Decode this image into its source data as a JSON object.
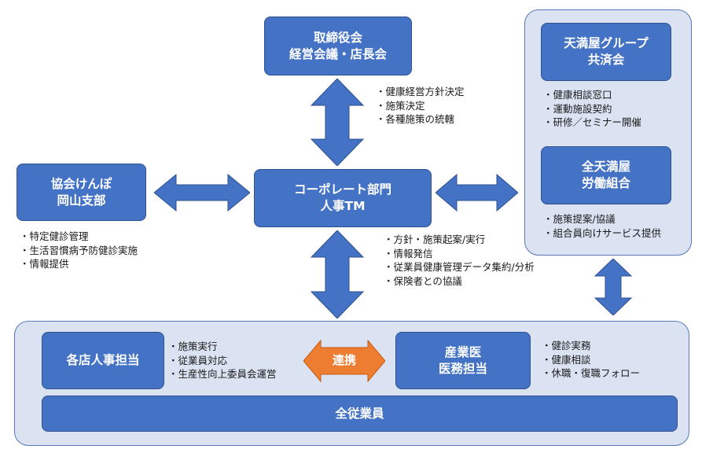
{
  "board": {
    "line1": "取締役会",
    "line2": "経営会議・店長会"
  },
  "board_notes": [
    "・健康経営方針決定",
    "・施策決定",
    "・各種施策の統轄"
  ],
  "corporate": {
    "line1": "コーポレート部門",
    "line2": "人事TM"
  },
  "corporate_notes": [
    "・方針・施策起案/実行",
    "・情報発信",
    "・従業員健康管理データ集約/分析",
    "・保険者との協議"
  ],
  "kyokai": {
    "line1": "協会けんぽ",
    "line2": "岡山支部"
  },
  "kyokai_notes": [
    "・特定健診管理",
    "・生活習慣病予防健診実施",
    "・情報提供"
  ],
  "mutual_aid": {
    "line1": "天満屋グループ",
    "line2": "共済会"
  },
  "mutual_aid_notes": [
    "・健康相談窓口",
    "・運動施設契約",
    "・研修／セミナー開催"
  ],
  "union": {
    "line1": "全天満屋",
    "line2": "労働組合"
  },
  "union_notes": [
    "・施策提案/協議",
    "・組合員向けサービス提供"
  ],
  "store_hr": {
    "line1": "各店人事担当"
  },
  "store_hr_notes": [
    "・施策実行",
    "・従業員対応",
    "・生産性向上委員会運営"
  ],
  "cooperation_label": "連携",
  "occupational_doctor": {
    "line1": "産業医",
    "line2": "医務担当"
  },
  "doctor_notes": [
    "・健診実務",
    "・健康相談",
    "・休職・復職フォロー"
  ],
  "all_employees": "全従業員",
  "colors": {
    "box": "#4472c4",
    "panel": "#dbe3f3",
    "orange": "#ed7d31"
  }
}
